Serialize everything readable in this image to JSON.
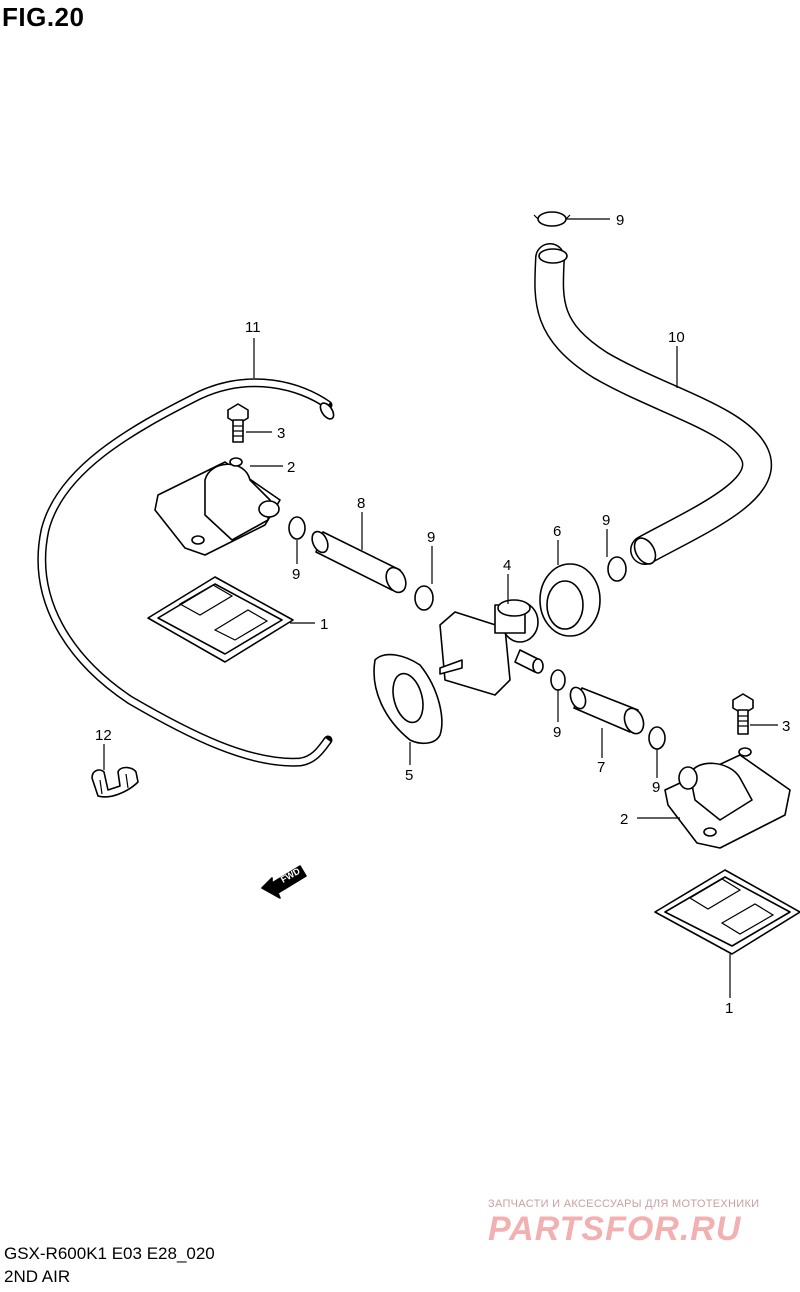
{
  "figure": {
    "title": "FIG.20",
    "model_code": "GSX-R600K1 E03 E28_020",
    "section_name": "2ND AIR"
  },
  "direction_marker": {
    "label": "FWD",
    "icon": "forward-arrow-icon"
  },
  "callouts": [
    {
      "id": "c9a",
      "label": "9"
    },
    {
      "id": "c10",
      "label": "10"
    },
    {
      "id": "c11",
      "label": "11"
    },
    {
      "id": "c3a",
      "label": "3"
    },
    {
      "id": "c2a",
      "label": "2"
    },
    {
      "id": "c9b",
      "label": "9"
    },
    {
      "id": "c8",
      "label": "8"
    },
    {
      "id": "c9c",
      "label": "9"
    },
    {
      "id": "c6",
      "label": "6"
    },
    {
      "id": "c9d",
      "label": "9"
    },
    {
      "id": "c4",
      "label": "4"
    },
    {
      "id": "c1a",
      "label": "1"
    },
    {
      "id": "c5",
      "label": "5"
    },
    {
      "id": "c9e",
      "label": "9"
    },
    {
      "id": "c7",
      "label": "7"
    },
    {
      "id": "c9f",
      "label": "9"
    },
    {
      "id": "c3b",
      "label": "3"
    },
    {
      "id": "c12",
      "label": "12"
    },
    {
      "id": "c2b",
      "label": "2"
    },
    {
      "id": "c1b",
      "label": "1"
    }
  ],
  "watermark": {
    "tagline": "ЗАПЧАСТИ И АКСЕССУАРЫ ДЛЯ МОТОТЕХНИКИ",
    "logo": "PARTSFOR.RU"
  }
}
